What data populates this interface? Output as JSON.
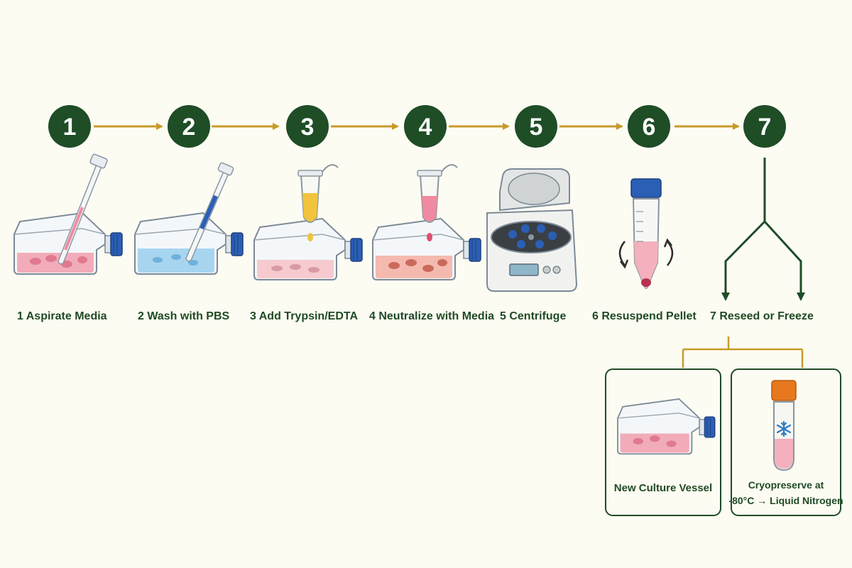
{
  "steps": [
    {
      "number": "1",
      "label": "1 Aspirate Media"
    },
    {
      "number": "2",
      "label": "2 Wash with PBS"
    },
    {
      "number": "3",
      "label": "3 Add Trypsin/EDTA"
    },
    {
      "number": "4",
      "label": "4 Neutralize with Media"
    },
    {
      "number": "5",
      "label": "5 Centrifuge"
    },
    {
      "number": "6",
      "label": "6 Resuspend Pellet"
    },
    {
      "number": "7",
      "label": "7 Reseed or Freeze"
    }
  ],
  "outcomes": {
    "reseed": {
      "label": "New Culture Vessel"
    },
    "freeze": {
      "line1": "Cryopreserve at",
      "line2": "-80°C → Liquid Nitrogen"
    }
  },
  "colors": {
    "circle": "#1e4d26",
    "arrow": "#c79a2a",
    "label": "#1f4a24",
    "background": "#fdfcf3",
    "media_pink": "#f2a3b1",
    "pbs_blue": "#9fd0ee",
    "trypsin_yellow": "#f0c43c",
    "cap_blue": "#2b5fb5",
    "cap_orange": "#e8781e"
  },
  "icons": [
    "pipette-icon",
    "culture-flask-icon",
    "microtube-icon",
    "centrifuge-icon",
    "conical-tube-icon",
    "rotation-arrows-icon",
    "cryovial-icon",
    "snowflake-icon"
  ]
}
